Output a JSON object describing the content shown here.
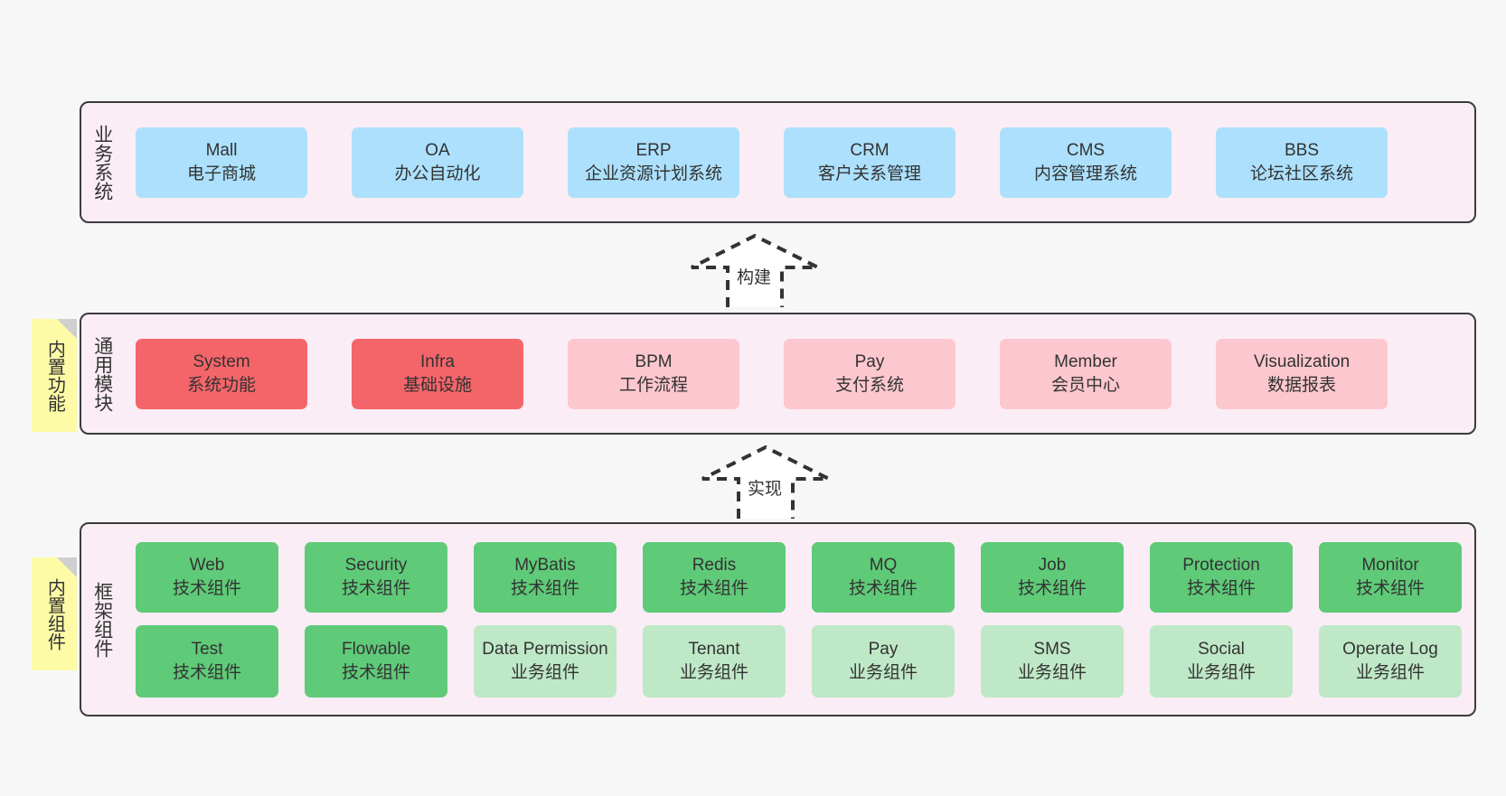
{
  "diagram": {
    "background": "#f7f7f7",
    "palette": {
      "layer_fill": "#faedf5",
      "layer_border": "#3c3c3c",
      "blue": "#ace0fc",
      "red": "#f4656a",
      "pink": "#fcc7cf",
      "green": "#5fca78",
      "mint": "#bfe8c6",
      "note": "#fdfba6",
      "text": "#333333"
    }
  },
  "layers": [
    {
      "id": "business-systems",
      "title": "业务系统",
      "rows": [
        [
          {
            "en": "Mall",
            "cn": "电子商城",
            "color": "blue"
          },
          {
            "en": "OA",
            "cn": "办公自动化",
            "color": "blue"
          },
          {
            "en": "ERP",
            "cn": "企业资源计划系统",
            "color": "blue"
          },
          {
            "en": "CRM",
            "cn": "客户关系管理",
            "color": "blue"
          },
          {
            "en": "CMS",
            "cn": "内容管理系统",
            "color": "blue"
          },
          {
            "en": "BBS",
            "cn": "论坛社区系统",
            "color": "blue"
          }
        ]
      ]
    },
    {
      "id": "common-modules",
      "title": "通用模块",
      "note": "内置功能",
      "rows": [
        [
          {
            "en": "System",
            "cn": "系统功能",
            "color": "red"
          },
          {
            "en": "Infra",
            "cn": "基础设施",
            "color": "red"
          },
          {
            "en": "BPM",
            "cn": "工作流程",
            "color": "pink"
          },
          {
            "en": "Pay",
            "cn": "支付系统",
            "color": "pink"
          },
          {
            "en": "Member",
            "cn": "会员中心",
            "color": "pink"
          },
          {
            "en": "Visualization",
            "cn": "数据报表",
            "color": "pink"
          }
        ]
      ]
    },
    {
      "id": "framework-components",
      "title": "框架组件",
      "note": "内置组件",
      "rows": [
        [
          {
            "en": "Web",
            "cn": "技术组件",
            "color": "green"
          },
          {
            "en": "Security",
            "cn": "技术组件",
            "color": "green"
          },
          {
            "en": "MyBatis",
            "cn": "技术组件",
            "color": "green"
          },
          {
            "en": "Redis",
            "cn": "技术组件",
            "color": "green"
          },
          {
            "en": "MQ",
            "cn": "技术组件",
            "color": "green"
          },
          {
            "en": "Job",
            "cn": "技术组件",
            "color": "green"
          },
          {
            "en": "Protection",
            "cn": "技术组件",
            "color": "green"
          },
          {
            "en": "Monitor",
            "cn": "技术组件",
            "color": "green"
          }
        ],
        [
          {
            "en": "Test",
            "cn": "技术组件",
            "color": "green"
          },
          {
            "en": "Flowable",
            "cn": "技术组件",
            "color": "green"
          },
          {
            "en": "Data Permission",
            "cn": "业务组件",
            "color": "mint"
          },
          {
            "en": "Tenant",
            "cn": "业务组件",
            "color": "mint"
          },
          {
            "en": "Pay",
            "cn": "业务组件",
            "color": "mint"
          },
          {
            "en": "SMS",
            "cn": "业务组件",
            "color": "mint"
          },
          {
            "en": "Social",
            "cn": "业务组件",
            "color": "mint"
          },
          {
            "en": "Operate Log",
            "cn": "业务组件",
            "color": "mint"
          }
        ]
      ]
    }
  ],
  "connectors": [
    {
      "id": "build",
      "label": "构建",
      "from": "common-modules",
      "to": "business-systems"
    },
    {
      "id": "implement",
      "label": "实现",
      "from": "framework-components",
      "to": "common-modules"
    }
  ]
}
